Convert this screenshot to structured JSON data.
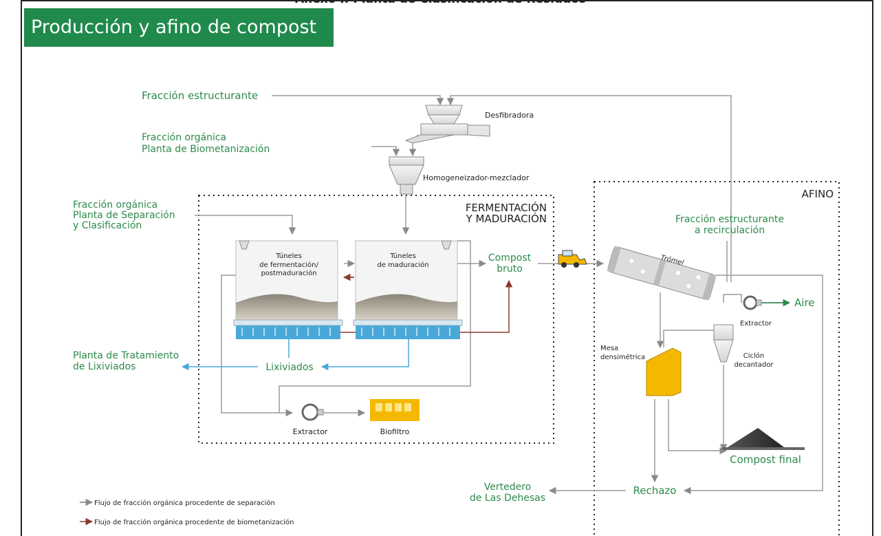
{
  "header": {
    "title": "Producción y afino de compost",
    "top_caption": "Anexo I: Planta de Clasificación de Residuos"
  },
  "labels": {
    "fraccion_estructurante": "Fracción estructurante",
    "desfibradora": "Desfibradora",
    "fo_biomet_1": "Fracción orgánica",
    "fo_biomet_2": "Planta de Biometanización",
    "homogeneizador": "Homogeneizador-mezclador",
    "fo_sep_1": "Fracción orgánica",
    "fo_sep_2": "Planta de Separación",
    "fo_sep_3": "y Clasificación",
    "fermentacion_1": "FERMENTACIÓN",
    "fermentacion_2": "Y MADURACIÓN",
    "tunel_ferm_1": "Túneles",
    "tunel_ferm_2": "de fermentación/",
    "tunel_ferm_3": "postmaduración",
    "tunel_mad_1": "Túneles",
    "tunel_mad_2": "de maduración",
    "compost_bruto_1": "Compost",
    "compost_bruto_2": "bruto",
    "lixiviados": "Lixiviados",
    "planta_lix_1": "Planta de Tratamiento",
    "planta_lix_2": "de Lixiviados",
    "extractor_1": "Extractor",
    "biofiltro": "Biofiltro",
    "afino": "AFINO",
    "frac_recirc_1": "Fracción estructurante",
    "frac_recirc_2": "a recirculación",
    "tromel": "Trómel",
    "aire": "Aire",
    "extractor_2": "Extractor",
    "mesa_1": "Mesa",
    "mesa_2": "densimétrica",
    "ciclon_1": "Ciclón",
    "ciclon_2": "decantador",
    "compost_final": "Compost final",
    "rechazo": "Rechazo",
    "vertedero_1": "Vertedero",
    "vertedero_2": "de Las Dehesas"
  },
  "legend": [
    {
      "label": "Flujo de fracción orgánica procedente de separación",
      "color": "#777777"
    },
    {
      "label": "Flujo de fracción orgánica procedente de biometanización",
      "color": "#8b3a2a"
    }
  ],
  "colors": {
    "brand_green": "#1f8a4c",
    "text_green": "#2c8a4a",
    "flow_gray": "#9a9a9a",
    "flow_brown": "#8b3a2a",
    "flow_blue": "#4aa8d8",
    "equipment_yellow": "#f5b800"
  }
}
